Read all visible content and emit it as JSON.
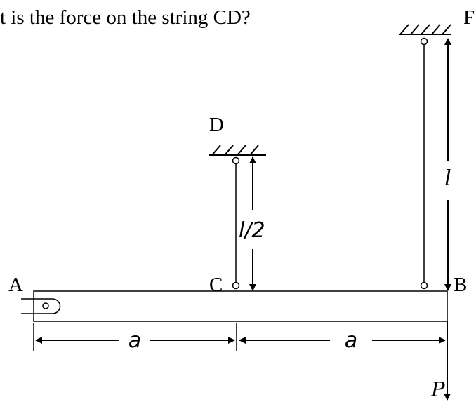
{
  "question": "t is the force on the string CD?",
  "points": {
    "A": "A",
    "B": "B",
    "C": "C",
    "D": "D",
    "F": "F"
  },
  "dimensions": {
    "cd_length": "l/2",
    "fb_length": "l",
    "ac_span": "a",
    "cb_span": "a"
  },
  "load": "P"
}
